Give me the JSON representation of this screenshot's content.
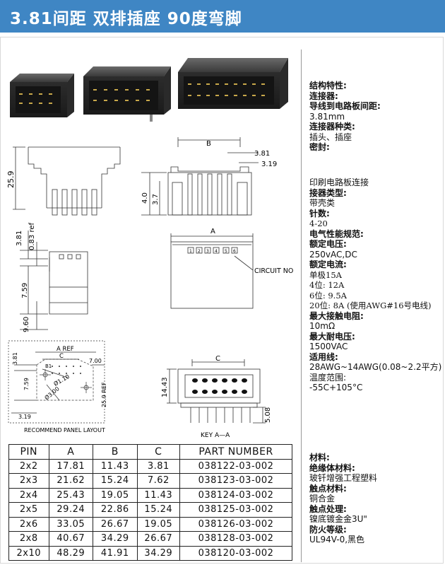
{
  "title": "3.81间距 双排插座 90度弯脚",
  "drawing_labels": {
    "dim_25_9": "25.9",
    "dim_3_81_side": "3.81",
    "dim_0_83_ref": "0.83 ref",
    "dim_7_59": "7.59",
    "dim_9_60": "9.60",
    "dim_b": "B",
    "dim_3_81_top": "3.81",
    "dim_3_19": "3.19",
    "dim_4_0": "4.0",
    "dim_3_7": "3.7",
    "dim_a": "A",
    "circuit_no": "CIRCUIT NO",
    "circuit_marks": [
      "1",
      "2",
      "3",
      "4",
      "5",
      "6"
    ],
    "panel_a_ref": "A REF",
    "panel_c": "C",
    "panel_b1": "B1",
    "panel_7_00": "7.00",
    "panel_1_10": "Ø1.10",
    "panel_3_00": "Ø3.00",
    "panel_25_9_ref": "25.9 REF",
    "panel_3_81": "3.81",
    "panel_7_59": "7.59",
    "panel_3_19": "3.19",
    "recommend_panel_layout": "RECOMMEND PANEL LAYOUT",
    "key_c": "C",
    "key_14_43": "14.43",
    "key_5_08": "5.08",
    "key_aa": "KEY A—A"
  },
  "specs": {
    "block1": [
      {
        "text": "结构特性:",
        "bold": true
      },
      {
        "text": "连接器:",
        "bold": true
      },
      {
        "text": "导线到电路板间距:",
        "bold": true
      },
      {
        "text": "3.81mm",
        "bold": false
      },
      {
        "text": "连接器种类:",
        "bold": true
      },
      {
        "text": "插头、插座",
        "bold": false
      },
      {
        "text": "密封:",
        "bold": true
      }
    ],
    "block2": [
      {
        "text": "印刷电路板连接",
        "bold": false
      },
      {
        "text": "接器类型:",
        "bold": true
      },
      {
        "text": "带壳类",
        "bold": false
      },
      {
        "text": "针数:",
        "bold": true
      },
      {
        "text": "4-20",
        "bold": false,
        "serif": true
      },
      {
        "text": "电气性能规范:",
        "bold": true
      },
      {
        "text": "额定电压:",
        "bold": true
      },
      {
        "text": "250vAC,DC",
        "bold": false
      },
      {
        "text": "额定电流:",
        "bold": true
      },
      {
        "text": "单极15A",
        "bold": false,
        "serif": true
      },
      {
        "text": "4位: 12A",
        "bold": false,
        "serif": true
      },
      {
        "text": "6位: 9.5A",
        "bold": false,
        "serif": true
      },
      {
        "text": "20位: 8A (使用AWG#16号电线)",
        "bold": false,
        "serif": true
      },
      {
        "text": "最大接触电阻:",
        "bold": true
      },
      {
        "text": "10mΩ",
        "bold": false
      },
      {
        "text": "最大耐电压:",
        "bold": true
      },
      {
        "text": "1500VAC",
        "bold": false
      },
      {
        "text": "适用线:",
        "bold": true
      },
      {
        "text": "28AWG~14AWG(0.08~2.2平方)温度范围:",
        "bold": false,
        "mixed": true
      },
      {
        "text": "-55C+105°C",
        "bold": false
      }
    ],
    "block3": [
      {
        "text": "材料:",
        "bold": true
      },
      {
        "text": "绝缘体材料:",
        "bold": true
      },
      {
        "text": "玻钎增强工程塑料",
        "bold": false
      },
      {
        "text": "触点材料:",
        "bold": true
      },
      {
        "text": "铜合金",
        "bold": false
      },
      {
        "text": "触点处理:",
        "bold": true
      },
      {
        "text": "镍底镀金金3U\"",
        "bold": false
      },
      {
        "text": "防火等级:",
        "bold": true
      },
      {
        "text": "UL94V-0,黑色",
        "bold": false
      }
    ]
  },
  "table": {
    "headers": [
      "PIN",
      "A",
      "B",
      "C",
      "PART NUMBER"
    ],
    "rows": [
      [
        "2x2",
        "17.81",
        "11.43",
        "3.81",
        "038122-03-002"
      ],
      [
        "2x3",
        "21.62",
        "15.24",
        "7.62",
        "038123-03-002"
      ],
      [
        "2x4",
        "25.43",
        "19.05",
        "11.43",
        "038124-03-002"
      ],
      [
        "2x5",
        "29.24",
        "22.86",
        "15.24",
        "038125-03-002"
      ],
      [
        "2x6",
        "33.05",
        "26.67",
        "19.05",
        "038126-03-002"
      ],
      [
        "2x8",
        "40.67",
        "34.29",
        "26.67",
        "038128-03-002"
      ],
      [
        "2x10",
        "48.29",
        "41.91",
        "34.29",
        "038120-03-002"
      ]
    ]
  }
}
